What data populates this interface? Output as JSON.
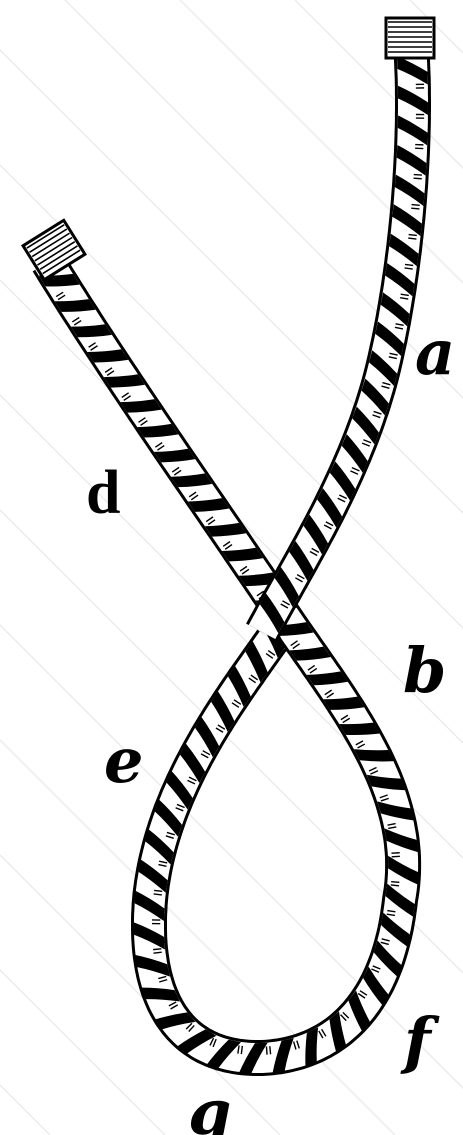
{
  "labels": {
    "a": "a",
    "b": "b",
    "d": "d",
    "e": "e",
    "f": "f",
    "g": "g"
  },
  "colors": {
    "ink": "#000000",
    "rope_fill": "#ffffff",
    "background": "#ffffff",
    "hatch": "#e8e8ee"
  },
  "icon": "rope-loop-knot-illustration"
}
